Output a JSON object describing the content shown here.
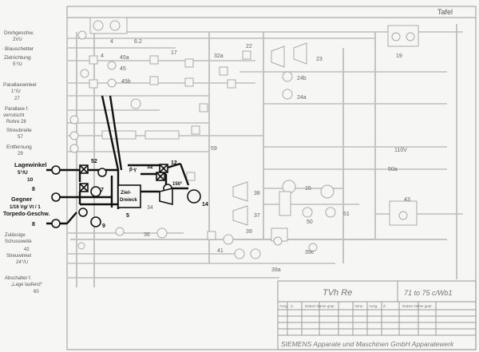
{
  "frame": {
    "tafel": "Tafel"
  },
  "left_labels": [
    "Drehgeschw.",
    "2VU",
    "· Blauschetter",
    "Zielrichtung",
    "5°/U",
    "Parallaxwinkel",
    "1°/U",
    "27",
    "Parallaxe f.",
    "verrutscht",
    "Rohre 28",
    "Streubreite",
    "57",
    "Entfernung",
    "29"
  ],
  "bold_labels": [
    "Lagewinkel",
    "5°/U",
    "10",
    "8",
    "Gegner",
    "1/16 Vg/ Vt / 1",
    "Torpedo-Geschw.",
    "8"
  ],
  "lower_labels": [
    "Zulässige",
    "Schussweite",
    "42",
    "Streuwinkel",
    "24°/U",
    "Abschalter f.",
    "„Lage laufend“",
    "60"
  ],
  "main": {
    "ziel_dreieck_1": "Ziel-",
    "ziel_dreieck_2": "Dreieck",
    "no_5": "5",
    "no_52": "52",
    "no_32": "32",
    "no_12": "12",
    "no_14": "14",
    "no_7": "7",
    "no_9": "9",
    "beta_minus_gamma": "β-γ",
    "val_150": "150°"
  },
  "numbers": [
    "4",
    "6.2",
    "4",
    "45a",
    "45",
    "45b",
    "17",
    "32a",
    "22",
    "23",
    "24b",
    "24a",
    "19",
    "59",
    "38",
    "37",
    "15",
    "50",
    "51",
    "43",
    "50a",
    "36",
    "39",
    "41",
    "39c",
    "39a",
    "34",
    "110V"
  ],
  "title_block": {
    "code": "TVh Re",
    "range": "71 to 75 c/Wb1",
    "headers": [
      "Ausg.",
      "Z.",
      "Datum Name gepr.",
      "Verw.",
      "Ausg.",
      "Z.",
      "Datum Name gepr."
    ],
    "company": "SIEMENS Apparate und Maschinen GmbH Apparatewerk"
  }
}
